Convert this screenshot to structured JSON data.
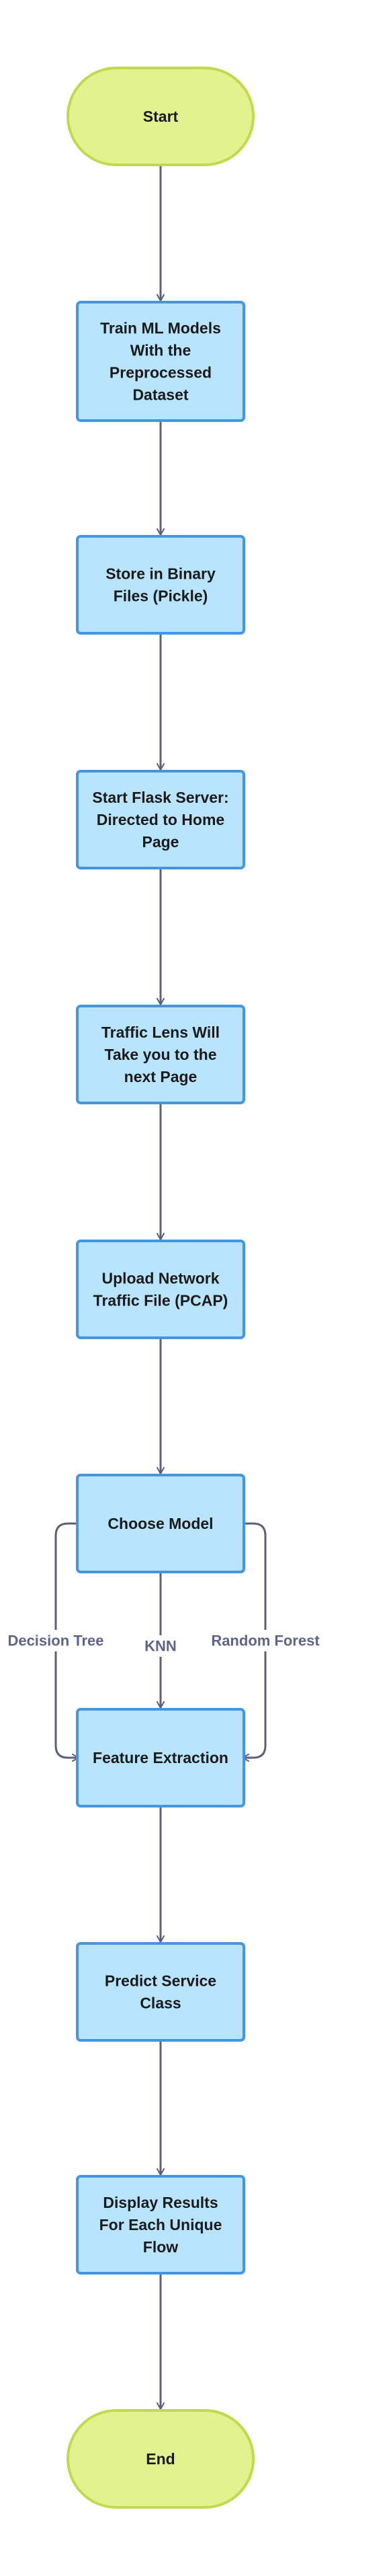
{
  "colors": {
    "terminal_fill": "#e1f28e",
    "terminal_stroke": "#c3d94d",
    "process_fill": "#b8e5fd",
    "process_stroke": "#4596e0",
    "edge": "#5b5f7a",
    "edge_label": "#5f6389",
    "text": "#1a1a1a"
  },
  "nodes": {
    "start": {
      "shape": "terminal",
      "lines": [
        "Start"
      ]
    },
    "train": {
      "shape": "process",
      "lines": [
        "Train ML Models",
        "With the",
        "Preprocessed",
        "Dataset"
      ]
    },
    "store": {
      "shape": "process",
      "lines": [
        "Store in Binary",
        "Files (Pickle)"
      ]
    },
    "flask": {
      "shape": "process",
      "lines": [
        "Start Flask Server:",
        "Directed to Home",
        "Page"
      ]
    },
    "lens": {
      "shape": "process",
      "lines": [
        "Traffic Lens Will",
        "Take you to the",
        "next Page"
      ]
    },
    "upload": {
      "shape": "process",
      "lines": [
        "Upload Network",
        "Traffic File (PCAP)"
      ]
    },
    "choose": {
      "shape": "process",
      "lines": [
        "Choose Model"
      ]
    },
    "feature": {
      "shape": "process",
      "lines": [
        "Feature Extraction"
      ]
    },
    "predict": {
      "shape": "process",
      "lines": [
        "Predict Service",
        "Class"
      ]
    },
    "display": {
      "shape": "process",
      "lines": [
        "Display Results",
        "For Each Unique",
        "Flow"
      ]
    },
    "end": {
      "shape": "terminal",
      "lines": [
        "End"
      ]
    }
  },
  "edges": [
    {
      "from": "start",
      "to": "train",
      "label": ""
    },
    {
      "from": "train",
      "to": "store",
      "label": ""
    },
    {
      "from": "store",
      "to": "flask",
      "label": ""
    },
    {
      "from": "flask",
      "to": "lens",
      "label": ""
    },
    {
      "from": "lens",
      "to": "upload",
      "label": ""
    },
    {
      "from": "upload",
      "to": "choose",
      "label": ""
    },
    {
      "from": "choose",
      "to": "feature",
      "label": "Decision Tree"
    },
    {
      "from": "choose",
      "to": "feature",
      "label": "KNN"
    },
    {
      "from": "choose",
      "to": "feature",
      "label": "Random Forest"
    },
    {
      "from": "feature",
      "to": "predict",
      "label": ""
    },
    {
      "from": "predict",
      "to": "display",
      "label": ""
    },
    {
      "from": "display",
      "to": "end",
      "label": ""
    }
  ]
}
